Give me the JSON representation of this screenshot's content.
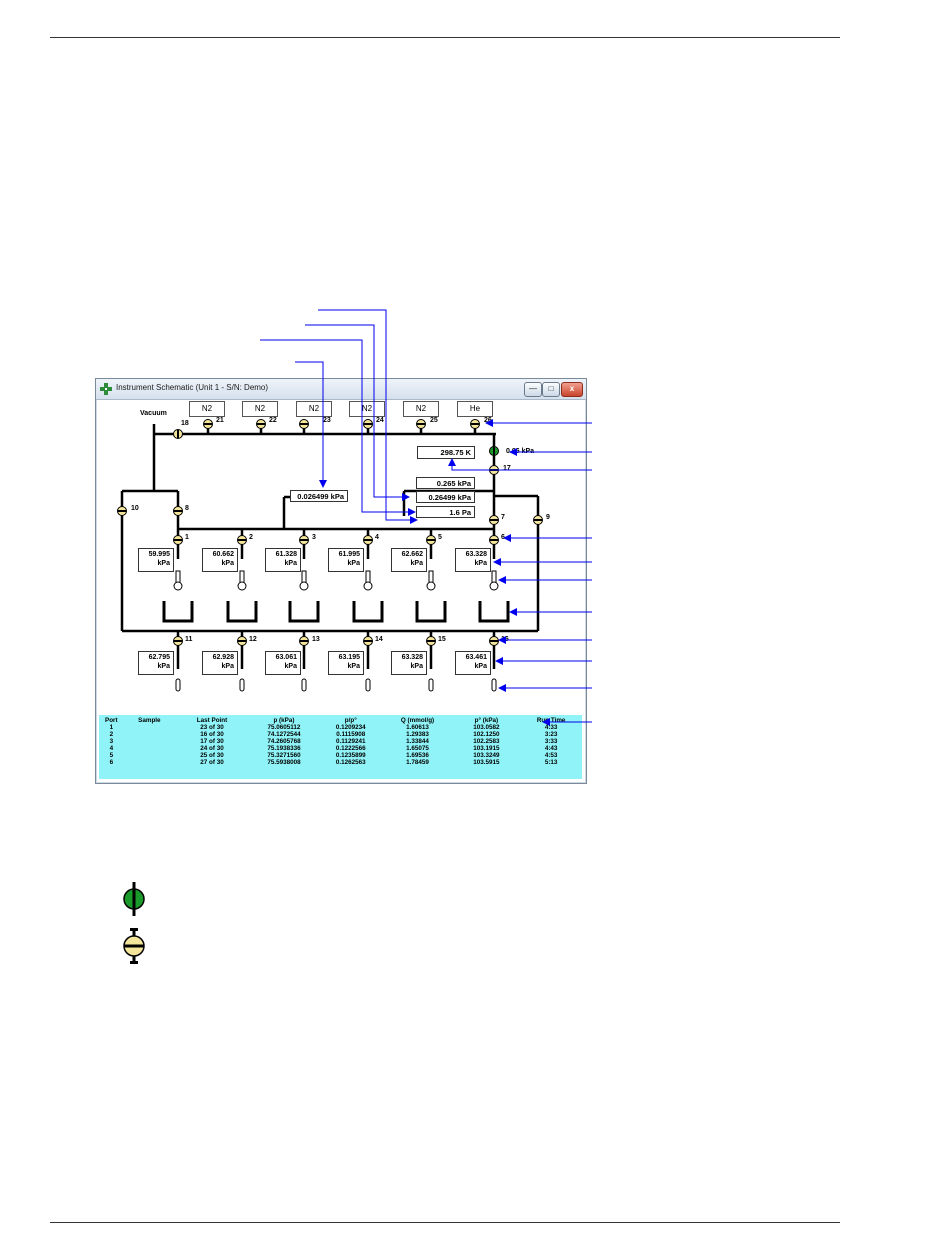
{
  "window": {
    "title": "Instrument Schematic (Unit 1 - S/N: Demo)",
    "buttons": {
      "minimize": "—",
      "maximize": "□",
      "close": "x"
    }
  },
  "gas_ports": [
    {
      "label": "N2",
      "valve": "21"
    },
    {
      "label": "N2",
      "valve": "22"
    },
    {
      "label": "N2",
      "valve": "23"
    },
    {
      "label": "N2",
      "valve": "24"
    },
    {
      "label": "N2",
      "valve": "25"
    },
    {
      "label": "He",
      "valve": "26"
    }
  ],
  "vacuum": {
    "label": "Vacuum",
    "valve": "18"
  },
  "manifold": {
    "transducer_reading": "0.026499 kPa",
    "temperature": "298.75 K",
    "valve_17_pressure": "0.06 kPa",
    "readout_1": "0.265 kPa",
    "readout_2": "0.26499 kPa",
    "readout_3": "1.6 Pa"
  },
  "valve_numbers": {
    "v10": "10",
    "v8": "8",
    "v7": "7",
    "v9": "9",
    "v17": "17",
    "v6": "6",
    "upper": [
      "1",
      "2",
      "3",
      "4",
      "5"
    ],
    "lower": [
      "11",
      "12",
      "13",
      "14",
      "15",
      "16"
    ]
  },
  "upper_sensors": [
    {
      "value": "59.995",
      "unit": "kPa"
    },
    {
      "value": "60.662",
      "unit": "kPa"
    },
    {
      "value": "61.328",
      "unit": "kPa"
    },
    {
      "value": "61.995",
      "unit": "kPa"
    },
    {
      "value": "62.662",
      "unit": "kPa"
    },
    {
      "value": "63.328",
      "unit": "kPa"
    }
  ],
  "lower_sensors": [
    {
      "value": "62.795",
      "unit": "kPa"
    },
    {
      "value": "62.928",
      "unit": "kPa"
    },
    {
      "value": "63.061",
      "unit": "kPa"
    },
    {
      "value": "63.195",
      "unit": "kPa"
    },
    {
      "value": "63.328",
      "unit": "kPa"
    },
    {
      "value": "63.461",
      "unit": "kPa"
    }
  ],
  "results_table": {
    "headers": [
      "Port",
      "Sample",
      "Last Point",
      "p (kPa)",
      "p/p°",
      "Q (mmol/g)",
      "p° (kPa)",
      "Run Time"
    ],
    "rows": [
      [
        "1",
        "",
        "23 of 30",
        "75.0605112",
        "0.1209234",
        "1.60613",
        "103.0582",
        "4:33"
      ],
      [
        "2",
        "",
        "16 of 30",
        "74.1272544",
        "0.1115908",
        "1.29383",
        "102.1250",
        "3:23"
      ],
      [
        "3",
        "",
        "17 of 30",
        "74.2605768",
        "0.1129241",
        "1.33844",
        "102.2583",
        "3:33"
      ],
      [
        "4",
        "",
        "24 of 30",
        "75.1938336",
        "0.1222566",
        "1.65075",
        "103.1915",
        "4:43"
      ],
      [
        "5",
        "",
        "25 of 30",
        "75.3271560",
        "0.1235899",
        "1.69536",
        "103.3249",
        "4:53"
      ],
      [
        "6",
        "",
        "27 of 30",
        "75.5938008",
        "0.1262563",
        "1.78459",
        "103.5915",
        "5:13"
      ]
    ]
  },
  "colors": {
    "arrow": "#0000ee",
    "valve_closed_fill": "#f3e59a",
    "valve_open_fill": "#1a9a2a",
    "results_bg": "#8ff3f7"
  },
  "legend": [
    {
      "icon": "valve-open-icon"
    },
    {
      "icon": "valve-closed-icon"
    }
  ]
}
